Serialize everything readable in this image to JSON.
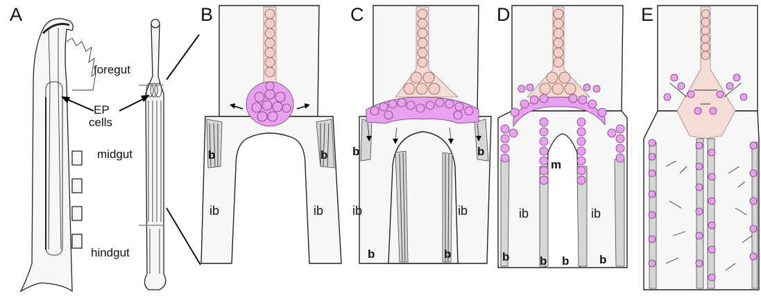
{
  "panels": {
    "A": "A",
    "B": "B",
    "C": "C",
    "D": "D",
    "E": "E"
  },
  "labels_A": {
    "foregut": "foregut",
    "midgut": "midgut",
    "hindgut": "hindgut",
    "ep_line1": "EP",
    "ep_line2": "cells"
  },
  "label_b": "b",
  "label_ib": "ib",
  "label_m": "m",
  "colors": {
    "ep_cell_fill": "#f4cfc8",
    "migrating_cell_fill": "#e9a0ee",
    "band_fill": "#d6d6d6"
  }
}
